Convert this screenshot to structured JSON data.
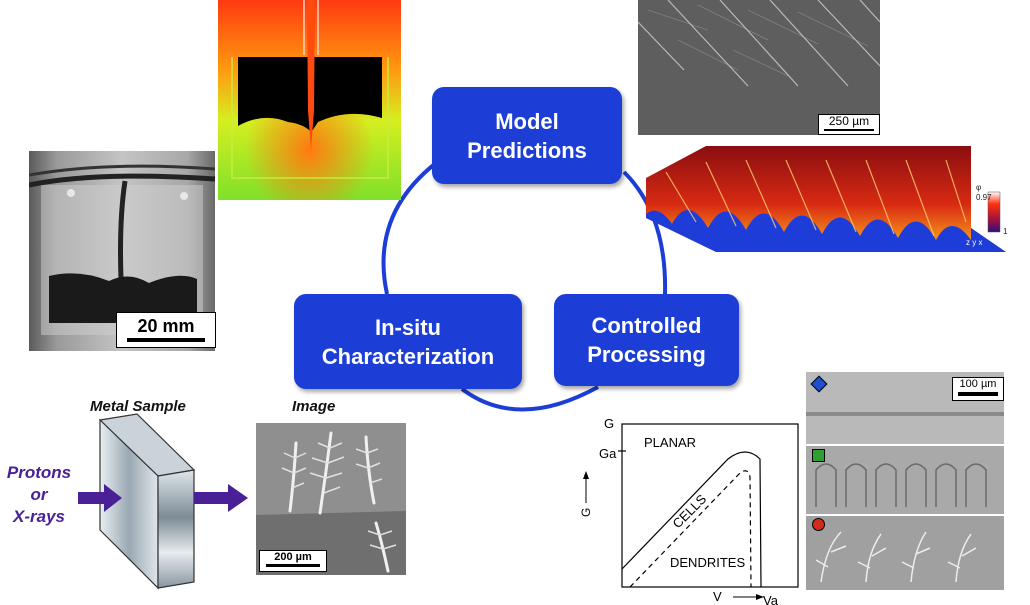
{
  "cycle": {
    "model": [
      "Model",
      "Predictions"
    ],
    "controlled": [
      "Controlled",
      "Processing"
    ],
    "insitu": [
      "In-situ",
      "Characterization"
    ]
  },
  "xray_scale": "20 mm",
  "sem_scale": "250 µm",
  "sim_colorbar": {
    "label": "φ",
    "top": "0.97",
    "bottom": "1"
  },
  "sim_axes": "z y x",
  "setup": {
    "metal_sample": "Metal Sample",
    "image": "Image",
    "beam": [
      "Protons",
      "or",
      "X-rays"
    ],
    "scale": "200 µm"
  },
  "map": {
    "y_top": "G",
    "y_ga": "Ga",
    "y_axis": "G",
    "x_axis": "V",
    "x_va": "Va",
    "planar": "PLANAR",
    "cells": "CELLS",
    "dendrites": "DENDRITES"
  },
  "micro_scale": "100 µm",
  "markers": [
    {
      "shape": "diamond",
      "color": "#1f4fcf"
    },
    {
      "shape": "square",
      "color": "#2fa02f"
    },
    {
      "shape": "circle",
      "color": "#d62a1f"
    }
  ]
}
